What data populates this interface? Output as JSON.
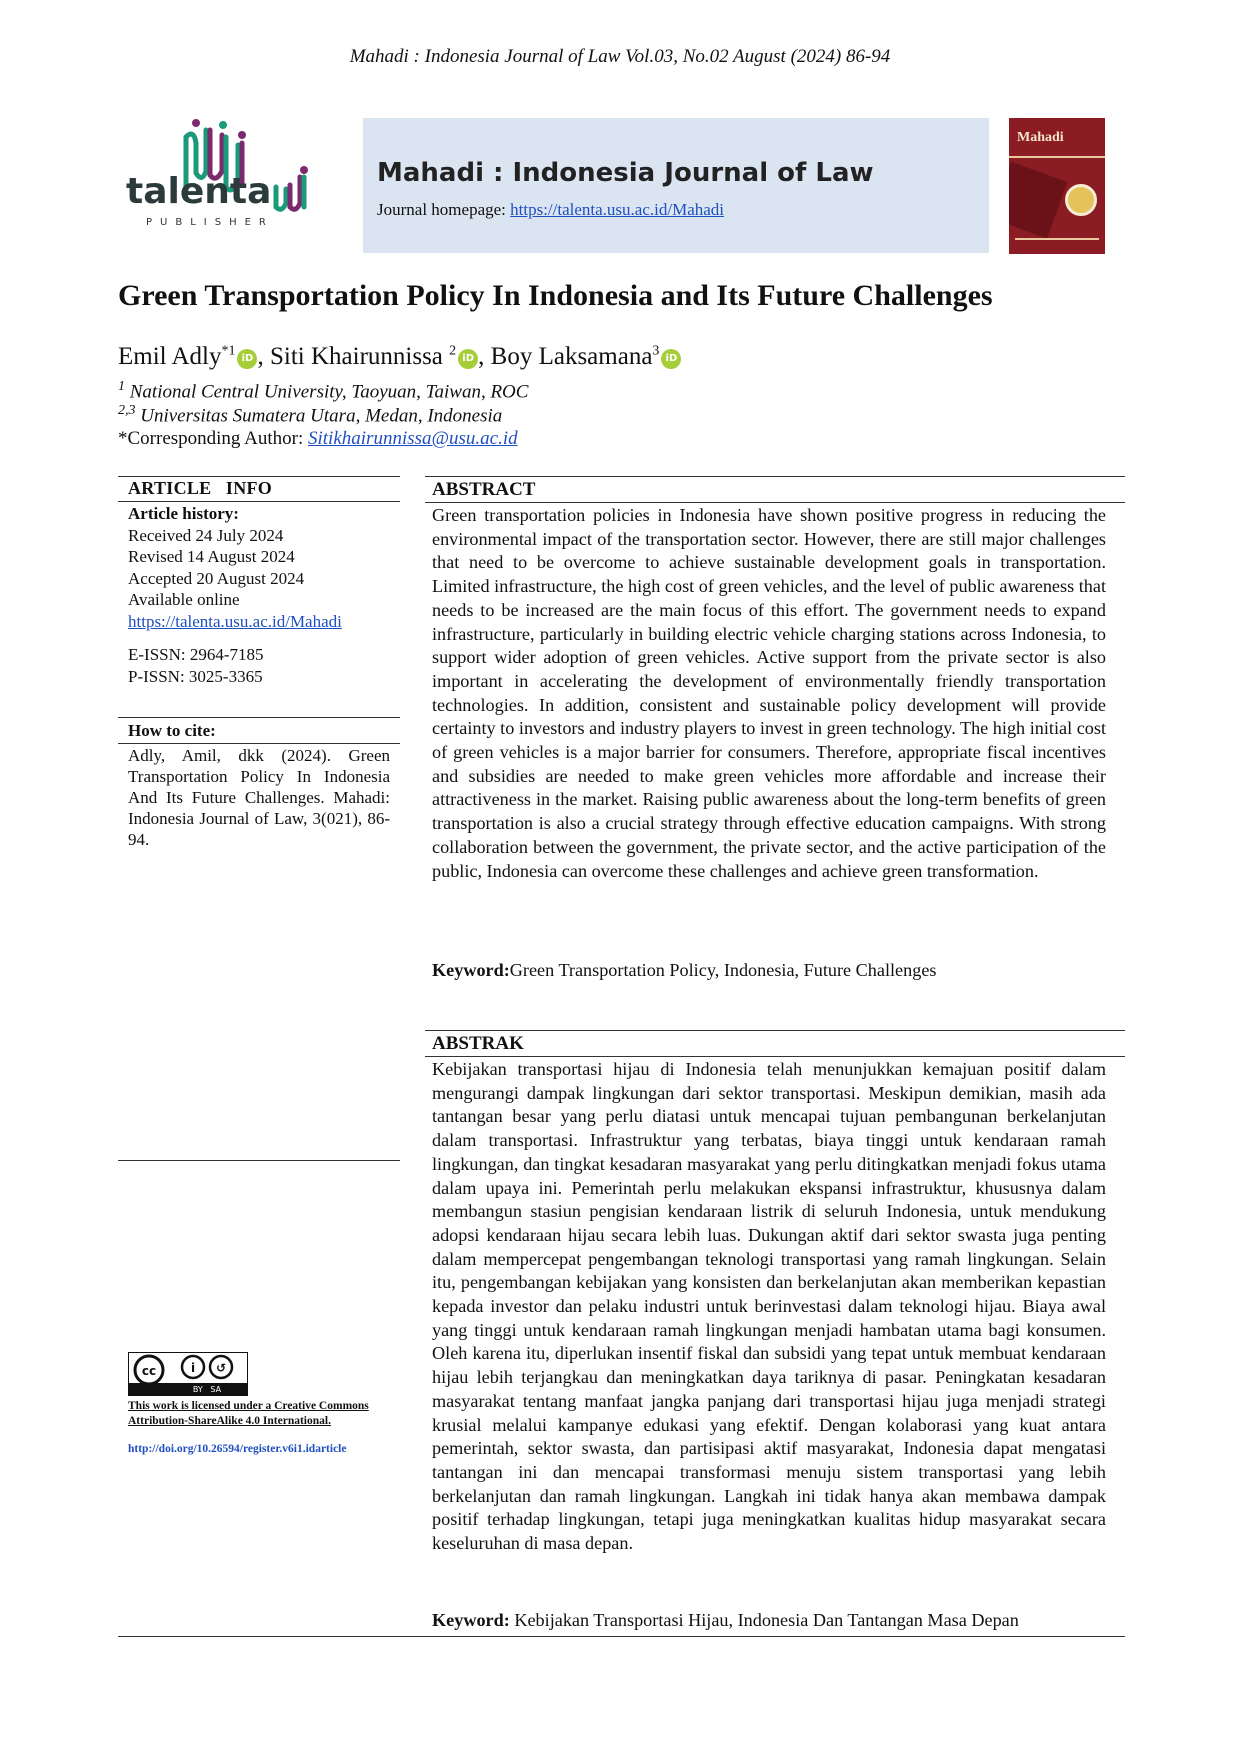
{
  "header": {
    "running_title": "Mahadi : Indonesia Journal of Law Vol.03, No.02 August (2024) 86-94"
  },
  "logo": {
    "name": "talenta",
    "sub": "PUBLISHER"
  },
  "journal_banner": {
    "title": "Mahadi : Indonesia Journal of Law",
    "homepage_label": "Journal homepage: ",
    "homepage_url": "https://talenta.usu.ac.id/Mahadi"
  },
  "cover": {
    "title": "Mahadi"
  },
  "article": {
    "title": "Green Transportation Policy In Indonesia and Its Future Challenges",
    "authors": [
      {
        "name": "Emil Adly",
        "sup": "*1"
      },
      {
        "name": ", Siti Khairunnissa ",
        "sup": "2"
      },
      {
        "name": ", Boy Laksamana",
        "sup": "3"
      }
    ],
    "affiliations": [
      {
        "sup": "1",
        "text": " National Central University, Taoyuan, Taiwan, ROC"
      },
      {
        "sup": "2,3",
        "text": " Universitas Sumatera Utara, Medan, Indonesia"
      }
    ],
    "corresponding_label": "*Corresponding Author: ",
    "corresponding_email": "Sitikhairunnissa@usu.ac.id"
  },
  "article_info": {
    "heading": "ARTICLE   INFO",
    "history_label": "Article history:",
    "received": "Received 24 July 2024",
    "revised": "Revised 14 August 2024",
    "accepted": "Accepted 20 August 2024",
    "available": "Available online",
    "url": "https://talenta.usu.ac.id/Mahadi",
    "eissn": "E-ISSN: 2964-7185",
    "pissn": "P-ISSN: 3025-3365",
    "cite_label": "How to cite:",
    "cite_text": "Adly, Amil, dkk (2024). Green Transportation Policy In Indonesia And Its Future Challenges. Mahadi: Indonesia Journal of Law, 3(021), 86-94."
  },
  "abstract": {
    "heading": "ABSTRACT",
    "text": "Green transportation policies in Indonesia have shown positive progress in reducing the environmental impact of the transportation sector. However, there are still major challenges that need to be overcome to achieve sustainable development goals in transportation. Limited infrastructure, the high cost of green vehicles, and the level of public awareness that needs to be increased are the main focus of this effort. The government needs to expand infrastructure, particularly in building electric vehicle charging stations across Indonesia, to support wider adoption of green vehicles. Active support from the private sector is also important in accelerating the development of environmentally friendly transportation technologies. In addition, consistent and sustainable policy development will provide certainty to investors and industry players to invest in green technology. The high initial cost of green vehicles is a major barrier for consumers. Therefore, appropriate fiscal incentives and subsidies are needed to make green vehicles more affordable and increase their attractiveness in the market. Raising public awareness about the long-term benefits of green transportation is also a crucial strategy through effective education campaigns. With strong collaboration between the government, the private sector, and the active participation of the public, Indonesia can overcome these challenges and achieve green transformation.",
    "keyword_label": "Keyword:",
    "keywords": "Green Transportation Policy,  Indonesia, Future Challenges"
  },
  "abstrak": {
    "heading": "ABSTRAK",
    "text": "Kebijakan transportasi hijau di Indonesia telah menunjukkan kemajuan positif dalam mengurangi dampak lingkungan dari sektor transportasi. Meskipun demikian, masih ada tantangan besar yang perlu diatasi untuk mencapai tujuan pembangunan berkelanjutan dalam transportasi. Infrastruktur yang terbatas, biaya tinggi untuk kendaraan ramah lingkungan, dan tingkat kesadaran masyarakat yang perlu ditingkatkan menjadi fokus utama dalam upaya ini. Pemerintah perlu melakukan ekspansi infrastruktur, khususnya dalam membangun stasiun pengisian kendaraan listrik di seluruh Indonesia, untuk mendukung adopsi kendaraan hijau secara lebih luas. Dukungan aktif dari sektor swasta juga penting dalam mempercepat pengembangan teknologi transportasi yang ramah lingkungan. Selain itu, pengembangan kebijakan yang konsisten dan berkelanjutan akan memberikan kepastian kepada investor dan pelaku industri untuk berinvestasi dalam teknologi hijau. Biaya awal yang tinggi untuk kendaraan ramah lingkungan menjadi hambatan utama bagi konsumen. Oleh karena itu, diperlukan insentif fiskal dan subsidi yang tepat untuk membuat kendaraan hijau lebih terjangkau dan meningkatkan daya tariknya di pasar. Peningkatan kesadaran masyarakat tentang manfaat jangka panjang dari transportasi hijau juga menjadi strategi krusial melalui kampanye edukasi yang efektif. Dengan kolaborasi yang kuat antara pemerintah, sektor swasta, dan partisipasi aktif masyarakat, Indonesia dapat mengatasi tantangan ini dan mencapai transformasi menuju sistem transportasi yang lebih berkelanjutan dan ramah lingkungan. Langkah ini tidak hanya akan membawa dampak positif terhadap lingkungan, tetapi juga meningkatkan kualitas hidup masyarakat secara keseluruhan di masa depan.",
    "keyword_label": "Keyword:",
    "keywords": " Kebijakan Transportasi Hijau, Indonesia Dan Tantangan Masa Depan"
  },
  "license": {
    "badge": "BY   SA",
    "note": "This work is licensed under a Creative Commons Attribution-ShareAlike 4.0 International.",
    "doi": "http://doi.org/10.26594/register.v6i1.idarticle"
  }
}
